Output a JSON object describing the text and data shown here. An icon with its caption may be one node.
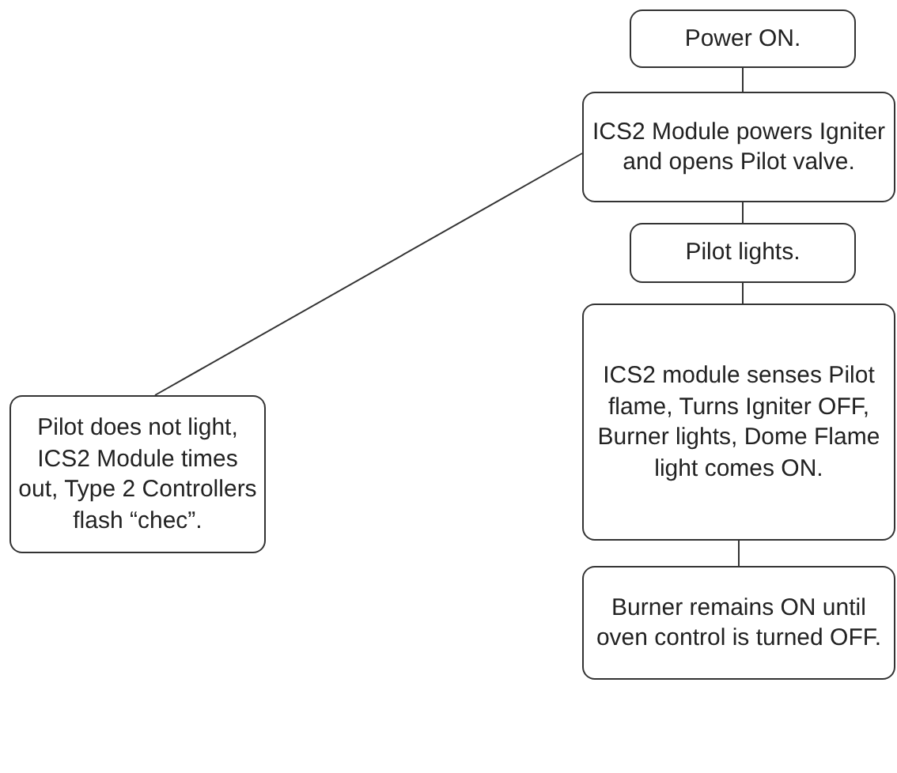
{
  "diagram": {
    "nodes": [
      {
        "text": [
          "Power ON."
        ]
      },
      {
        "text": [
          "ICS2 Module powers Igniter and opens Pilot valve."
        ]
      },
      {
        "text": [
          "Pilot does not light, ICS2 Module times out, Type 2 Controllers flash “chec”."
        ]
      },
      {
        "text": [
          "Pilot lights."
        ]
      },
      {
        "text": [
          "ICS2 module senses Pilot flame, Turns Igniter OFF, Burner lights, Dome Flame light comes ON."
        ]
      },
      {
        "text": [
          "Burner remains ON until oven control is turned OFF."
        ]
      }
    ],
    "edges": [
      {
        "from": 0,
        "to": 1,
        "arrow": "none"
      },
      {
        "from": 1,
        "to": 2,
        "arrow": "none"
      },
      {
        "from": 1,
        "to": 3,
        "arrow": "none"
      },
      {
        "from": 3,
        "to": 4,
        "arrow": "none"
      },
      {
        "from": 4,
        "to": 5,
        "arrow": "none"
      }
    ]
  }
}
